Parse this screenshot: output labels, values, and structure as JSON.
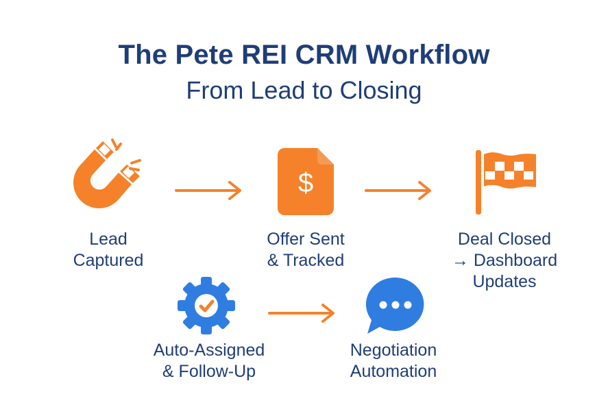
{
  "header": {
    "title": "The Pete REI CRM Workflow",
    "subtitle": "From Lead to Closing"
  },
  "colors": {
    "navy": "#1f3e77",
    "orange": "#f5822a",
    "blue": "#2f7de1"
  },
  "steps": [
    {
      "id": "lead-captured",
      "icon": "magnet-icon",
      "lines": [
        "Lead",
        "Captured"
      ]
    },
    {
      "id": "offer-sent",
      "icon": "dollar-document-icon",
      "lines": [
        "Offer Sent",
        "& Tracked"
      ]
    },
    {
      "id": "deal-closed",
      "icon": "checkered-flag-icon",
      "lines": [
        "Deal Closed",
        "→ Dashboard",
        "Updates"
      ]
    },
    {
      "id": "auto-assigned",
      "icon": "gear-check-icon",
      "lines": [
        "Auto-Assigned",
        "& Follow-Up"
      ]
    },
    {
      "id": "negotiation",
      "icon": "chat-bubble-icon",
      "lines": [
        "Negotiation",
        "Automation"
      ]
    }
  ]
}
